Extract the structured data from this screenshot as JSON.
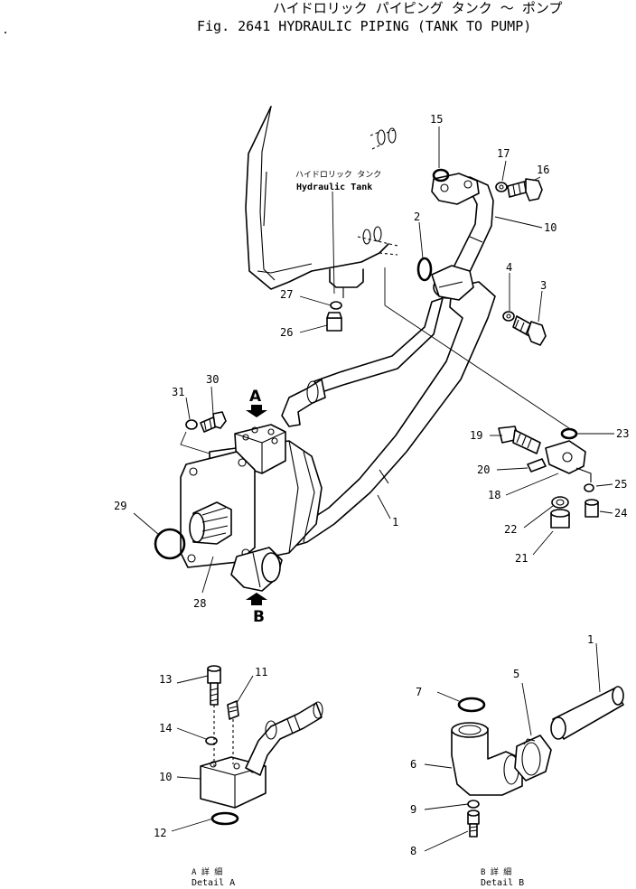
{
  "header": {
    "title_jp": "ハイドロリック パイピング タンク 〜 ポンプ",
    "title_en": "Fig. 2641 HYDRAULIC PIPING (TANK TO PUMP)"
  },
  "tank_label": {
    "jp": "ハイドロリック タンク",
    "en": "Hydraulic Tank"
  },
  "view_arrows": {
    "a": "A",
    "b": "B"
  },
  "callouts": {
    "c1": "1",
    "c2": "2",
    "c3": "3",
    "c4": "4",
    "c10": "10",
    "c15": "15",
    "c16": "16",
    "c17": "17",
    "c19": "19",
    "c20": "20",
    "c21": "21",
    "c22": "22",
    "c23": "23",
    "c24": "24",
    "c25": "25",
    "c18": "18",
    "c26": "26",
    "c27": "27",
    "c28": "28",
    "c29": "29",
    "c30": "30",
    "c31": "31"
  },
  "detail_a": {
    "caption_jp": "A 詳 細",
    "caption_en": "Detail A",
    "callouts": {
      "c10": "10",
      "c11": "11",
      "c12": "12",
      "c13": "13",
      "c14": "14"
    }
  },
  "detail_b": {
    "caption_jp": "B 詳 細",
    "caption_en": "Detail B",
    "callouts": {
      "c1": "1",
      "c5": "5",
      "c6": "6",
      "c7": "7",
      "c8": "8",
      "c9": "9"
    }
  }
}
